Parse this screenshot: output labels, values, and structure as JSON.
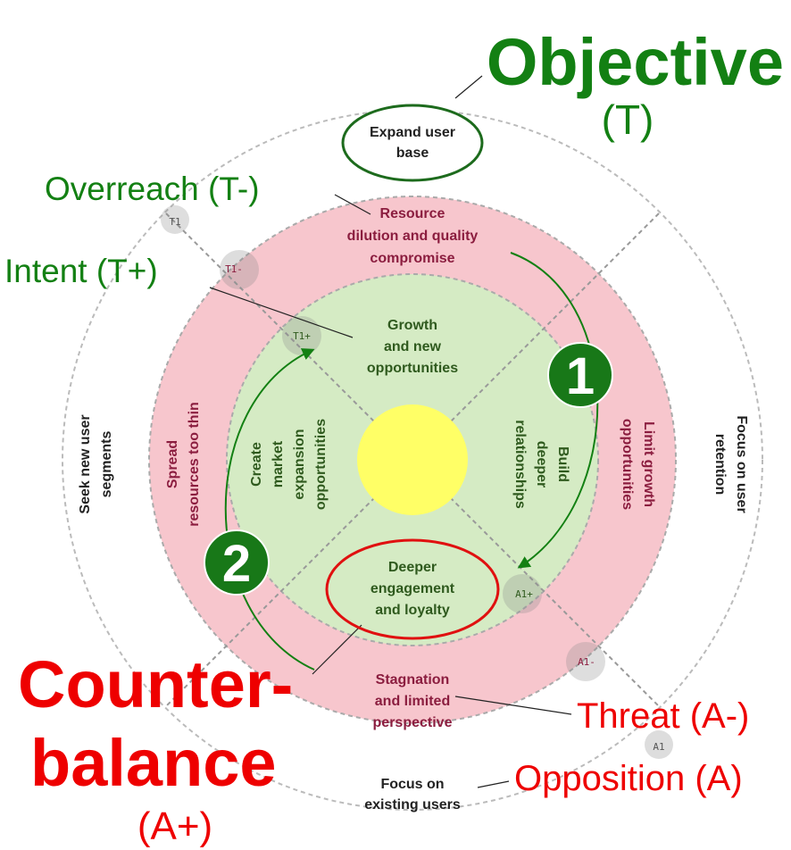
{
  "colors": {
    "objective_green": "#138013",
    "counter_red": "#ee0000",
    "pink_ring": "#f7c6cd",
    "green_ring": "#d5ebc4",
    "core": "#ffff66"
  },
  "annotations": {
    "objective": "Objective",
    "objective_code": "(T)",
    "overreach": "Overreach (T-)",
    "intent": "Intent (T+)",
    "counter_1": "Counter-",
    "counter_2": "balance",
    "counter_code": "(A+)",
    "threat": "Threat (A-)",
    "opposition": "Opposition (A)"
  },
  "top": {
    "outer": [
      "Expand user",
      "base"
    ],
    "pink": [
      "Resource",
      "dilution and quality",
      "compromise"
    ],
    "green": [
      "Growth",
      "and new",
      "opportunities"
    ]
  },
  "bottom": {
    "green": [
      "Deeper",
      "engagement",
      "and loyalty"
    ],
    "pink": [
      "Stagnation",
      "and limited",
      "perspective"
    ],
    "outer": [
      "Focus on",
      "existing users"
    ]
  },
  "left": {
    "outer": [
      "Seek new user",
      "segments"
    ],
    "pink": [
      "Spread",
      "resources too thin"
    ],
    "green": [
      "Create",
      "market",
      "expansion",
      "opportunities"
    ]
  },
  "right": {
    "green": [
      "Build",
      "deeper",
      "relationships"
    ],
    "pink": [
      "Limit growth",
      "opportunities"
    ],
    "outer": [
      "Focus on user",
      "retention"
    ]
  },
  "tags": {
    "t1": "T1",
    "t1_minus": "T1-",
    "t1_plus": "T1+",
    "a1_plus": "A1+",
    "a1_minus": "A1-",
    "a1": "A1"
  },
  "steps": {
    "one": "1",
    "two": "2"
  }
}
